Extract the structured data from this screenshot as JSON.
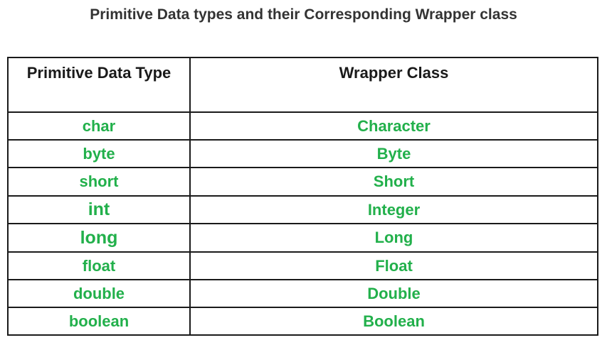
{
  "title": "Primitive Data types and their Corresponding Wrapper class",
  "colors": {
    "text_dark": "#333333",
    "border": "#1a1a1a",
    "accent_green": "#22b04b",
    "background": "#ffffff"
  },
  "table": {
    "headers": [
      "Primitive Data Type",
      "Wrapper Class"
    ],
    "rows": [
      {
        "primitive": "char",
        "wrapper": "Character"
      },
      {
        "primitive": "byte",
        "wrapper": "Byte"
      },
      {
        "primitive": "short",
        "wrapper": "Short"
      },
      {
        "primitive": "int",
        "wrapper": "Integer"
      },
      {
        "primitive": "long",
        "wrapper": "Long"
      },
      {
        "primitive": "float",
        "wrapper": "Float"
      },
      {
        "primitive": "double",
        "wrapper": "Double"
      },
      {
        "primitive": "boolean",
        "wrapper": "Boolean"
      }
    ]
  }
}
